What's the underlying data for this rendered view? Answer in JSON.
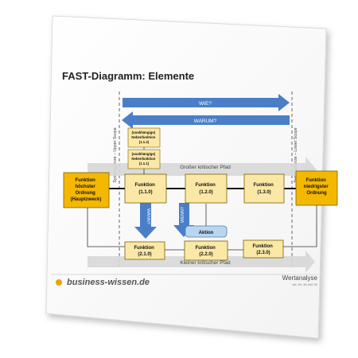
{
  "document": {
    "title": "FAST-Diagramm: Elemente",
    "brand": "business-wissen.de",
    "footer_title": "Wertanalyse",
    "footer_id": "Art.-Nr. 90.042.30"
  },
  "diagram": {
    "scope_left": "Systemgrenze – Upper Scope",
    "scope_right": "Systemgrenze – Lower Scope",
    "arrow_how": "WIE?",
    "arrow_why": "WARUM?",
    "path_major": "Großer kritischer Pfad",
    "path_minor": "Kleiner kritischer Pfad",
    "wann_1": "WANN?",
    "wann_2": "WENN?",
    "highest": [
      "Funktion",
      "höchster",
      "Ordnung",
      "(Hauptzweck)"
    ],
    "lowest": [
      "Funktion",
      "niedrigster",
      "Ordnung"
    ],
    "nf_112": [
      "(unabhängige)",
      "Nebenfunktion",
      "(1.1.2)"
    ],
    "nf_111": [
      "(unabhängige)",
      "Nebenfunktion",
      "(1.1.1)"
    ],
    "f_110": [
      "Funktion",
      "(1.1.0)"
    ],
    "f_120": [
      "Funktion",
      "(1.2.0)"
    ],
    "f_130": [
      "Funktion",
      "(1.3.0)"
    ],
    "f_210": [
      "Funktion",
      "(2.1.0)"
    ],
    "f_220": [
      "Funktion",
      "(2.2.0)"
    ],
    "f_230": [
      "Funktion",
      "(2.3.0)"
    ],
    "aktion": "Aktion"
  },
  "colors": {
    "blue_arrow": "#4a7fc8",
    "function_box": "#fbe8a6",
    "highlight_box": "#f5b800",
    "aktion_box": "#b9d6f0",
    "gray_path": "#d7d7d7"
  }
}
